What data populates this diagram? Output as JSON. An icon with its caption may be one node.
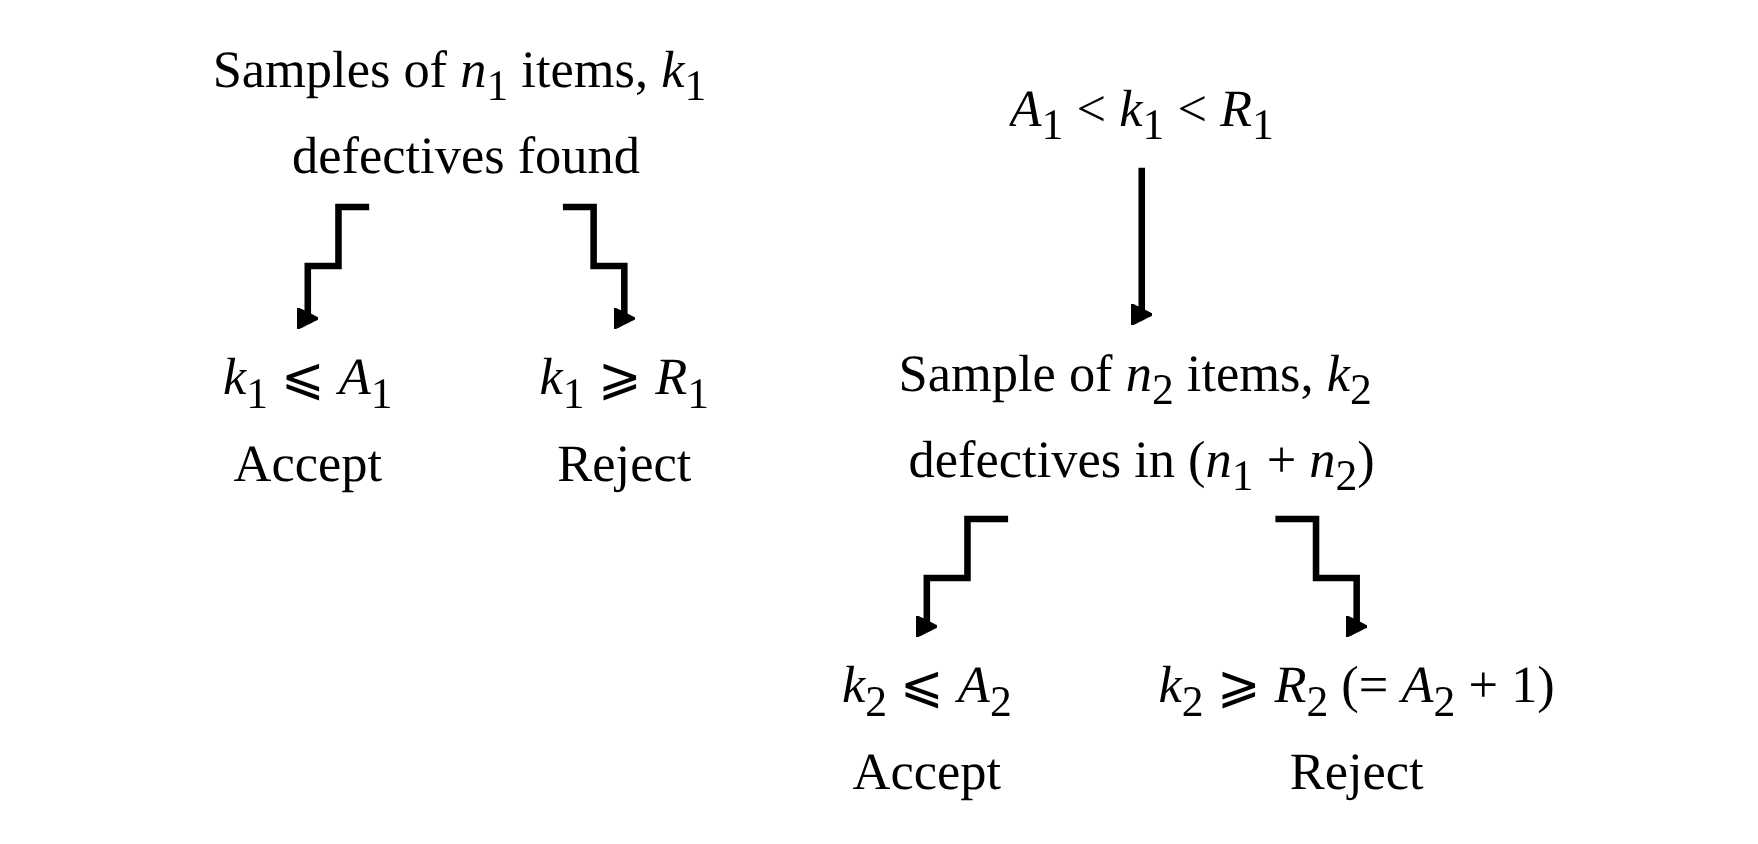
{
  "diagram": {
    "nodes": [
      {
        "text": [
          "Samples of *n*$_{1}$ items, *k*$_{1}$ defectives found"
        ]
      },
      {
        "text": [
          "*k*$_{1}$ ⩽ *A*$_{1}$",
          "Accept"
        ]
      },
      {
        "text": [
          "*A*$_{1}$ < *k*$_{1}$ < *R*$_{1}$"
        ]
      },
      {
        "text": [
          "*k*$_{1}$ ⩾ *R*$_{1}$",
          "Reject"
        ]
      },
      {
        "text": [
          "Sample of *n*$_{2}$ items, *k*$_{2}$ defectives in (*n*$_{1}$ + *n*$_{2}$)"
        ]
      },
      {
        "text": [
          "*k*$_{2}$ ⩽ *A*$_{2}$",
          "Accept"
        ]
      },
      {
        "text": [
          "*k*$_{2}$ ⩾ *R*$_{2}$ (= *A*$_{2}$ + 1)",
          "Reject"
        ]
      }
    ],
    "edges": [
      {
        "from": 0,
        "to": 1,
        "arrow": "to"
      },
      {
        "from": 0,
        "to": 3,
        "arrow": "to"
      },
      {
        "from": 2,
        "to": 4,
        "arrow": "to"
      },
      {
        "from": 4,
        "to": 5,
        "arrow": "to"
      },
      {
        "from": 4,
        "to": 6,
        "arrow": "to"
      }
    ]
  }
}
